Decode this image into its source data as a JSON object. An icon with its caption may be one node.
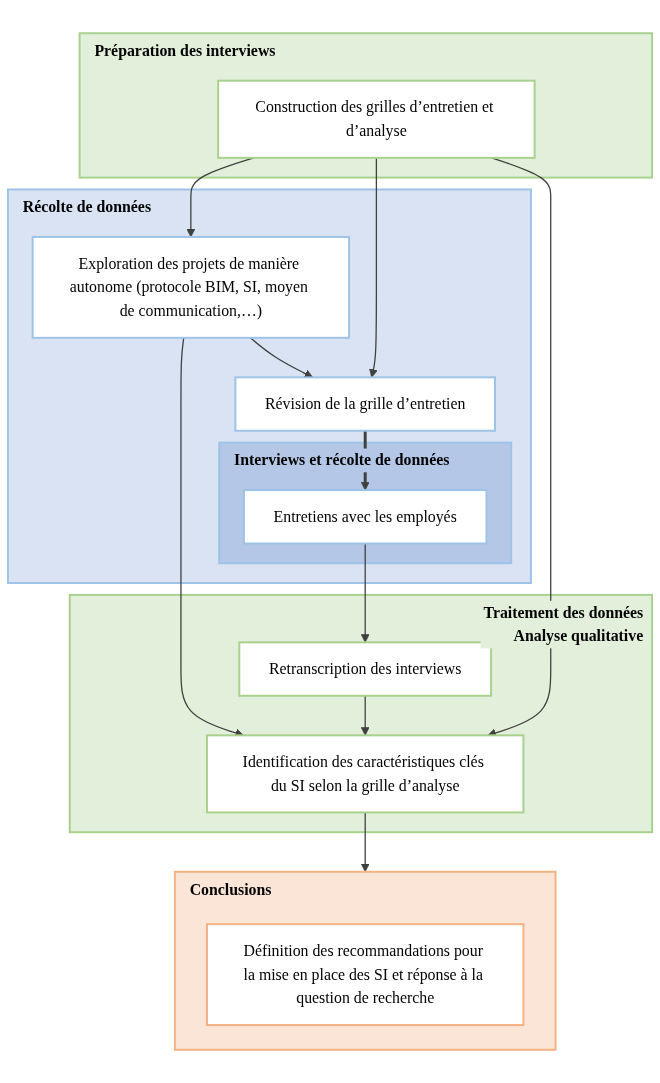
{
  "diagram": {
    "nodes": [
      {
        "text": [
          "Préparation des interviews"
        ]
      },
      {
        "text": [
          "Construction des grilles d’entretien et d’analyse"
        ],
        "in": 0
      },
      {
        "text": [
          "Récolte de données"
        ]
      },
      {
        "text": [
          "Exploration des projets de manière autonome (protocole BIM, SI, moyen de communication,…)"
        ],
        "in": 2
      },
      {
        "text": [
          "Révision de la grille d’entretien"
        ],
        "in": 2
      },
      {
        "text": [
          "Interviews et récolte de données"
        ],
        "in": 2
      },
      {
        "text": [
          "Entretiens avec les employés"
        ],
        "in": 5
      },
      {
        "text": [
          "Traitement des données",
          "Analyse qualitative"
        ]
      },
      {
        "text": [
          "Retranscription des interviews"
        ],
        "in": 7
      },
      {
        "text": [
          "Identification des caractéristiques clés du SI selon la grille d’analyse"
        ],
        "in": 7
      },
      {
        "text": [
          "Conclusions"
        ]
      },
      {
        "text": [
          "Définition des recommandations pour la mise en place des SI et réponse à la question de recherche"
        ],
        "in": 10
      }
    ],
    "edges": [
      {
        "from": 1,
        "to": 3,
        "arrow": "to"
      },
      {
        "from": 3,
        "to": 4,
        "arrow": "to"
      },
      {
        "from": 1,
        "to": 4,
        "arrow": "to"
      },
      {
        "from": 4,
        "to": 6,
        "arrow": "to",
        "style": "thick"
      },
      {
        "from": 3,
        "to": 9,
        "arrow": "to"
      },
      {
        "from": 6,
        "to": 8,
        "arrow": "to"
      },
      {
        "from": 8,
        "to": 9,
        "arrow": "to"
      },
      {
        "from": 1,
        "to": 9,
        "arrow": "to"
      },
      {
        "from": 9,
        "to": 10,
        "arrow": "to"
      }
    ]
  }
}
